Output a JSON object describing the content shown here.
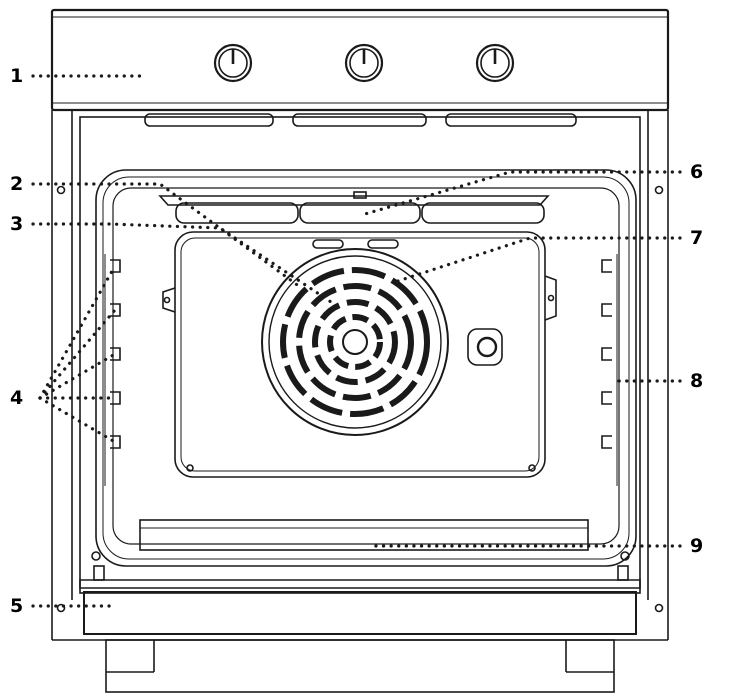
{
  "callouts": [
    {
      "id": "1",
      "label": "1"
    },
    {
      "id": "2",
      "label": "2"
    },
    {
      "id": "3",
      "label": "3"
    },
    {
      "id": "4",
      "label": "4"
    },
    {
      "id": "5",
      "label": "5"
    },
    {
      "id": "6",
      "label": "6"
    },
    {
      "id": "7",
      "label": "7"
    },
    {
      "id": "8",
      "label": "8"
    },
    {
      "id": "9",
      "label": "9"
    }
  ],
  "control_panel": {
    "knob_count": 3,
    "knob_icon": "control-knob-icon"
  },
  "colors": {
    "line": "#1a1a1a",
    "background": "#ffffff"
  }
}
